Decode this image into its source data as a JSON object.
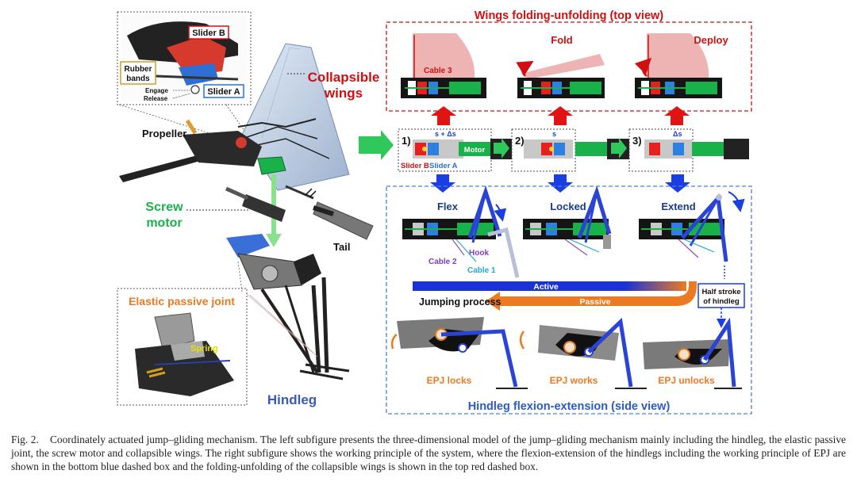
{
  "left": {
    "sliderB": "Slider B",
    "rubber1": "Rubber",
    "rubber2": "bands",
    "engage": "Engage",
    "release": "Release",
    "sliderA": "Slider A",
    "collapsible1": "Collapsible",
    "collapsible2": "wings",
    "propeller": "Propeller",
    "screw1": "Screw",
    "screw2": "motor",
    "tail": "Tail",
    "epj": "Elastic passive joint",
    "spring": "Spring",
    "hindleg": "Hindleg"
  },
  "top": {
    "title": "Wings folding-unfolding (top view)",
    "cable3": "Cable 3",
    "fold": "Fold",
    "deploy": "Deploy"
  },
  "mid": {
    "s1": "1)",
    "s2": "2)",
    "s3": "3)",
    "ds1": "s + Δs",
    "ds2": "s",
    "ds3": "Δs",
    "sliderB": "Slider B",
    "sliderA": "Slider A",
    "motor": "Motor"
  },
  "bottom": {
    "flex": "Flex",
    "locked": "Locked",
    "extend": "Extend",
    "hook": "Hook",
    "cable2": "Cable 2",
    "cable1": "Cable 1",
    "active": "Active",
    "passive": "Passive",
    "jumping": "Jumping process",
    "half1": "Half stroke",
    "half2": "of hindleg",
    "epjLocks": "EPJ locks",
    "epjWorks": "EPJ works",
    "epjUnlocks": "EPJ unlocks",
    "title": "Hindleg flexion-extension (side view)"
  },
  "caption": {
    "label": "Fig. 2.",
    "text": "Coordinately actuated jump–gliding mechanism. The left subfigure presents the three-dimensional model of the jump–gliding mechanism mainly including the hindleg, the elastic passive joint, the screw motor and collapsible wings. The right subfigure shows the working principle of the system, where the flexion-extension of the hindlegs including the working principle of EPJ are shown in the bottom blue dashed box and the folding-unfolding of the collapsible wings is shown in the top red dashed box."
  },
  "colors": {
    "red": "#d01010",
    "blue": "#1a3ee0",
    "green": "#19b24a",
    "orange": "#ec7a22",
    "navy": "#3a5bb0",
    "purple": "#8a4fc8",
    "cyan": "#23a9d8"
  }
}
